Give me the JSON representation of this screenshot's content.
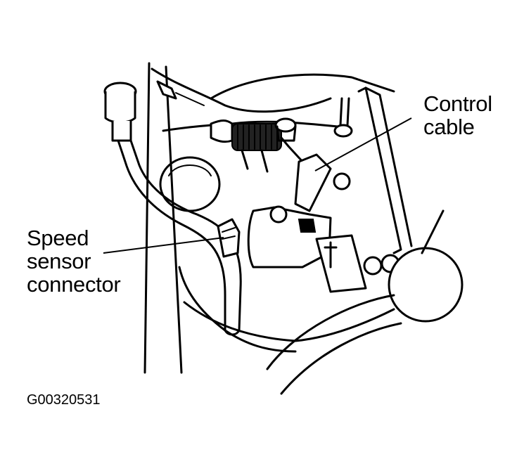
{
  "labels": {
    "control_cable": [
      "Control",
      "cable"
    ],
    "speed_sensor_connector": [
      "Speed",
      "sensor",
      "connector"
    ]
  },
  "figure_code": "G00320531"
}
